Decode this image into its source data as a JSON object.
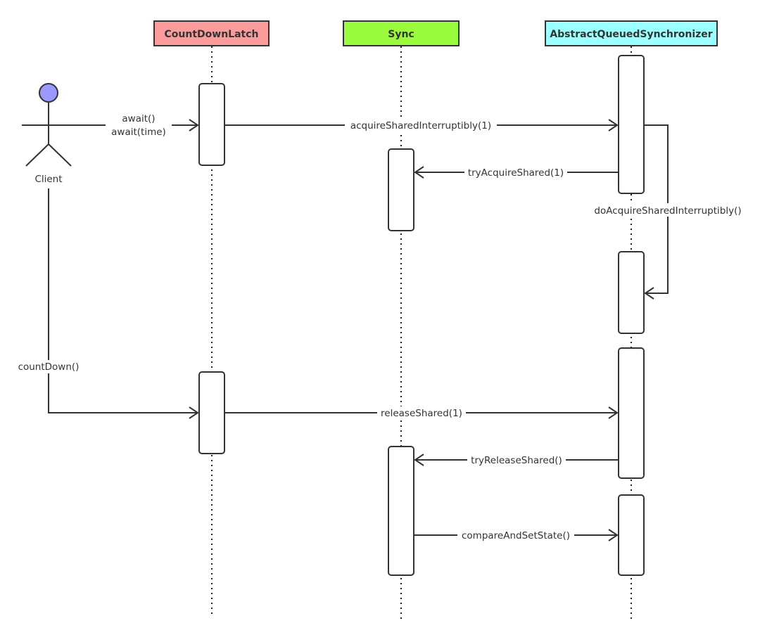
{
  "colors": {
    "countdownlatch_header": "#fc9b9b",
    "sync_header": "#9afb3c",
    "aqs_header": "#99ffff",
    "actor_head": "#9999ff",
    "line": "#333333"
  },
  "actor": {
    "label": "Client",
    "icon": "stick-figure-actor-icon"
  },
  "participants": [
    {
      "id": "countdownlatch",
      "label": "CountDownLatch"
    },
    {
      "id": "sync",
      "label": "Sync"
    },
    {
      "id": "aqs",
      "label": "AbstractQueuedSynchronizer"
    }
  ],
  "messages": {
    "await": [
      "await()",
      "await(time)"
    ],
    "acquire_shared_interruptibly": "acquireSharedInterruptibly(1)",
    "try_acquire_shared": "tryAcquireShared(1)",
    "do_acquire_shared_interruptibly": "doAcquireSharedInterruptibly()",
    "count_down": "countDown()",
    "release_shared": "releaseShared(1)",
    "try_release_shared": "tryReleaseShared()",
    "compare_and_set_state": "compareAndSetState()"
  }
}
